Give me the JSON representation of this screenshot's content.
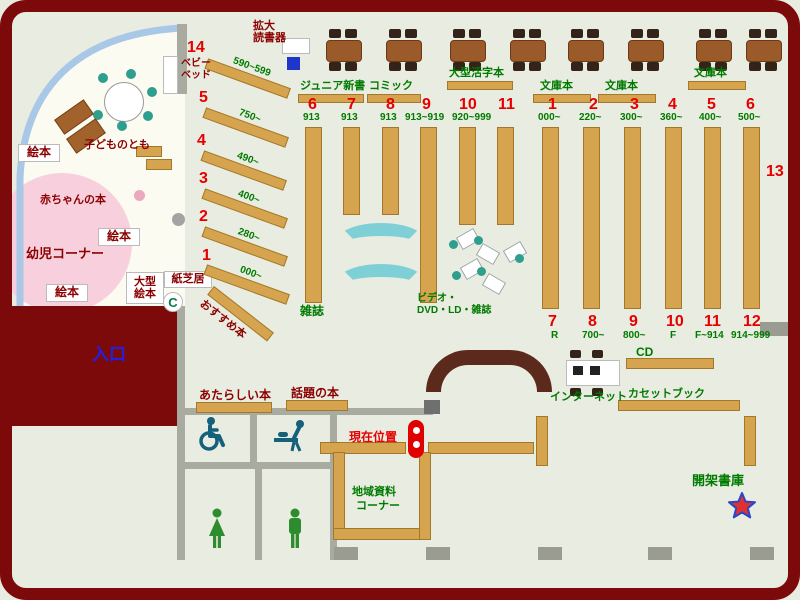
{
  "colors": {
    "background": "#e9ece0",
    "frame": "#7d0a0a",
    "shelf": "#d6a44e",
    "accent_red": "#e60000",
    "green": "#007a00",
    "dark_red": "#8b0000",
    "blue": "#2020e6",
    "pink": "#f8cfdc",
    "wall_blue": "#a9c7e6",
    "cyan": "#7fd0d6"
  },
  "children_area": {
    "ehon_1": "絵本",
    "ehon_2": "絵本",
    "ehon_3": "絵本",
    "baby_books": "赤ちゃんの本",
    "toddler_corner": "幼児コーナー",
    "kodomo_no_tomo": "子どものとも",
    "baby_bed_line1": "ベビー",
    "baby_bed_line2": "ベッド",
    "large_picture_books_line1": "大型",
    "large_picture_books_line2": "絵本",
    "kamishibai": "紙芝居",
    "copier": "C"
  },
  "diagonal_shelves": [
    {
      "num": "14",
      "range": "590~599"
    },
    {
      "num": "5",
      "range": "750~"
    },
    {
      "num": "4",
      "range": "490~"
    },
    {
      "num": "3",
      "range": "400~"
    },
    {
      "num": "2",
      "range": "280~"
    },
    {
      "num": "1",
      "range": "000~"
    }
  ],
  "recommended": "おすすめ本",
  "top_area": {
    "magnifier_line1": "拡大",
    "magnifier_line2": "読書器",
    "junior": "ジュニア新書",
    "comic": "コミック",
    "large_print": "大型活字本",
    "bunko": "文庫本"
  },
  "stacks": {
    "left_numbers": [
      "6",
      "7",
      "8",
      "9",
      "10",
      "11"
    ],
    "left_ranges": [
      "913",
      "913",
      "913",
      "913~919",
      "920~999"
    ],
    "right_numbers": [
      "1",
      "2",
      "3",
      "4",
      "5",
      "6"
    ],
    "right_ranges": [
      "000~",
      "220~",
      "300~",
      "360~",
      "400~",
      "500~"
    ],
    "bottom_numbers": [
      "7",
      "8",
      "9",
      "10",
      "11",
      "12"
    ],
    "bottom_ranges": [
      "R",
      "700~",
      "800~",
      "F",
      "F~914",
      "914~999"
    ],
    "wall_number": "13"
  },
  "center_area": {
    "magazines": "雑誌",
    "video_line1": "ビデオ・",
    "video_line2": "DVD・LD・雑誌"
  },
  "south_area": {
    "entrance": "入口",
    "new_books": "あたらしい本",
    "topic_books": "話題の本",
    "current_location": "現在位置",
    "local_line1": "地域資料",
    "local_line2": "コーナー",
    "internet": "インターネット",
    "cd": "CD",
    "cassette": "カセットブック",
    "open_stacks": "開架書庫"
  }
}
